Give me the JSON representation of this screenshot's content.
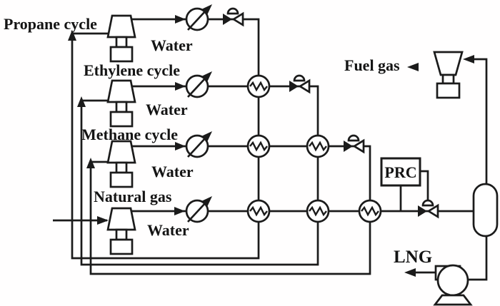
{
  "labels": {
    "propane_cycle": "Propane cycle",
    "ethylene_cycle": "Ethylene cycle",
    "methane_cycle": "Methane cycle",
    "natural_gas": "Natural gas",
    "water": "Water",
    "fuel_gas": "Fuel gas",
    "prc": "PRC",
    "lng": "LNG"
  },
  "colors": {
    "line": "#1b1b1b",
    "background": "#ffffff"
  },
  "symbols": {
    "compressor-icon": "trapezoid with motor block",
    "water-cooler-icon": "circle with diagonal arrow",
    "heat-exchanger-icon": "circle with zigzag",
    "valve-icon": "bowtie with dome actuator",
    "expander-icon": "inverted trapezoid with motor block",
    "separator-vessel-icon": "vertical capsule",
    "pump-icon": "circle volute on base",
    "controller-box-icon": "rectangle labelled PRC"
  }
}
